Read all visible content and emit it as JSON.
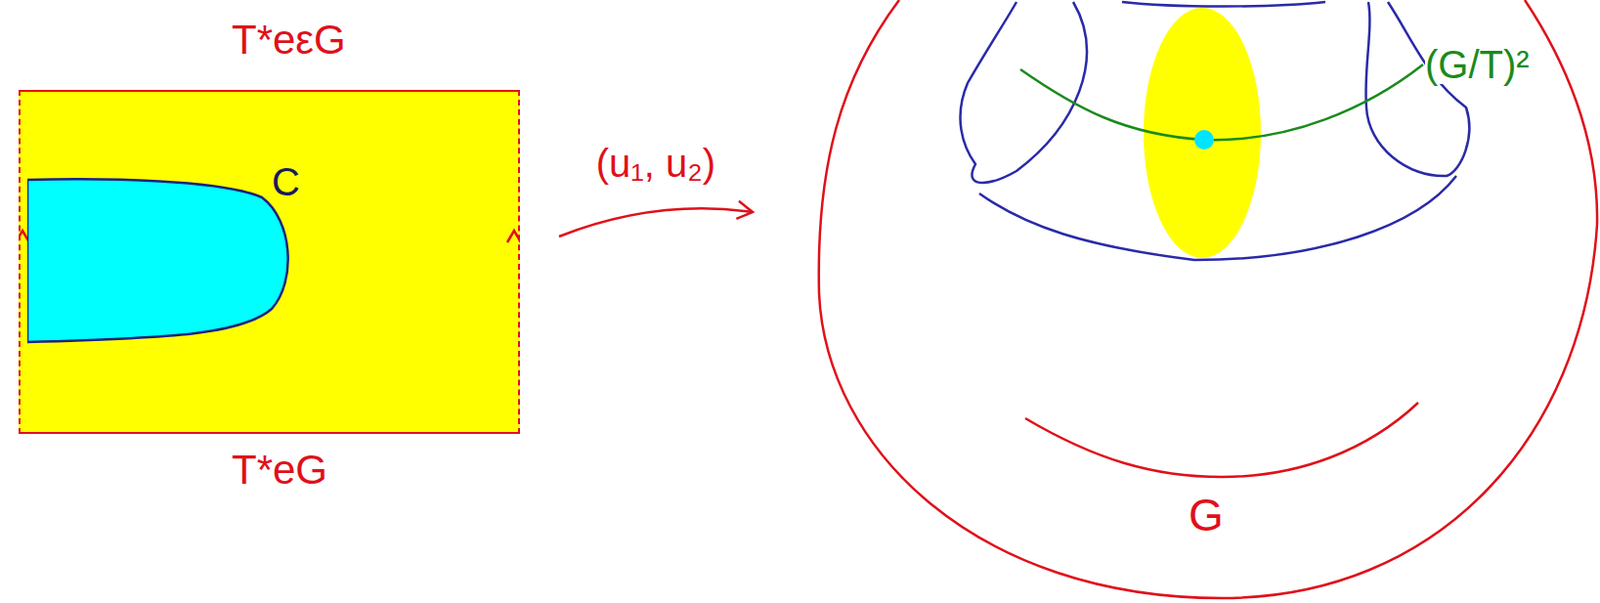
{
  "diagram": {
    "nodes": [
      {
        "text": [
          "T*eεG",
          "T*eG"
        ]
      },
      {
        "text": [
          "C"
        ],
        "in": 0
      },
      {
        "text": [
          "G"
        ]
      }
    ],
    "edges": [
      {
        "from": 0,
        "to": 2,
        "arrow": "to",
        "label": "(u₁, u₂)"
      }
    ],
    "labels": [
      "(G/T)²"
    ]
  }
}
